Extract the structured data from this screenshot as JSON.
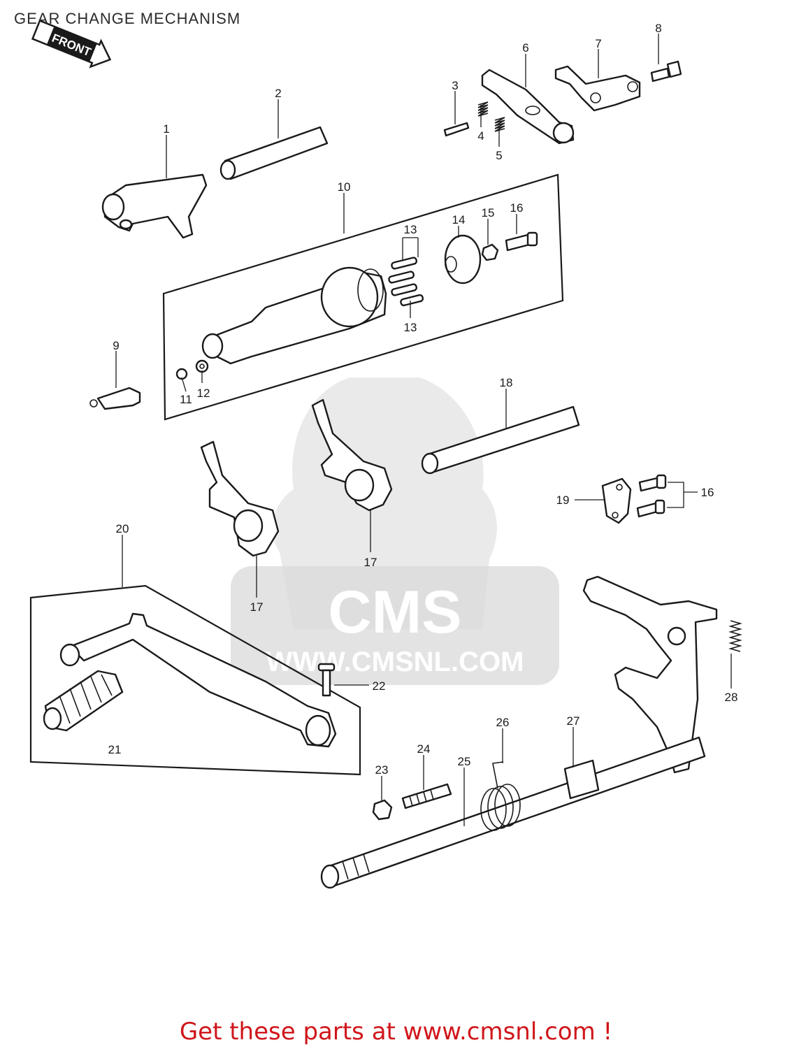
{
  "title": "GEAR CHANGE MECHANISM",
  "front_tag": "FRONT",
  "watermark": {
    "logo": "CMS",
    "url": "WWW.CMSNL.COM"
  },
  "footer": "Get these parts at www.cmsnl.com !",
  "part_labels": [
    "1",
    "2",
    "3",
    "4",
    "5",
    "6",
    "7",
    "8",
    "9",
    "10",
    "11",
    "12",
    "13",
    "13",
    "14",
    "15",
    "16",
    "16",
    "17",
    "17",
    "18",
    "19",
    "20",
    "21",
    "22",
    "23",
    "24",
    "25",
    "26",
    "27",
    "28"
  ],
  "colors": {
    "footer": "#d0161b",
    "ink": "#1a1a1a",
    "watermark": "#d9d9d9"
  }
}
